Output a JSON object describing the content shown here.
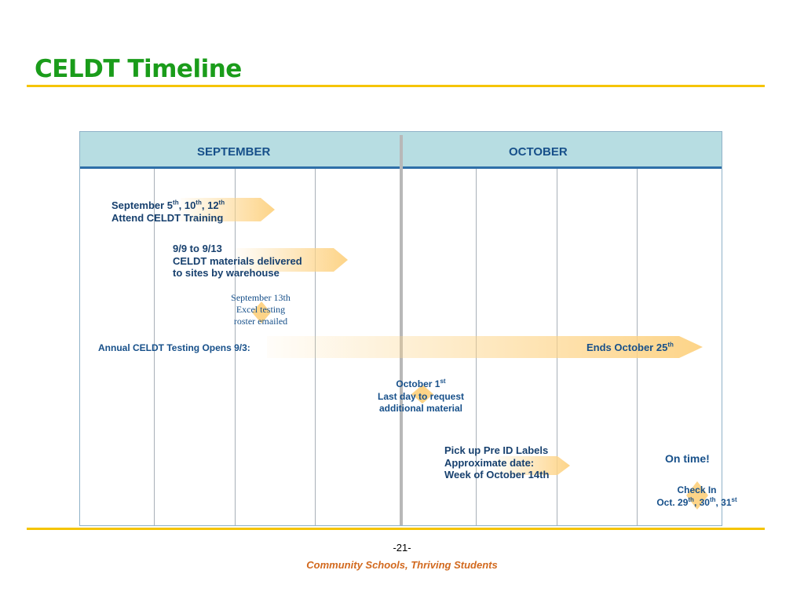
{
  "title": "CELDT Timeline",
  "months": [
    "SEPTEMBER",
    "OCTOBER"
  ],
  "events": {
    "training_line1_a": "September 5",
    "training_line1_sup1": "th",
    "training_line1_b": ", 10",
    "training_line1_sup2": "th",
    "training_line1_c": ", 12",
    "training_line1_sup3": "th",
    "training_line2": "Attend CELDT Training",
    "materials_line1": "9/9 to 9/13",
    "materials_line2": "CELDT materials delivered",
    "materials_line3": "to sites by warehouse",
    "roster_line1": "September 13th",
    "roster_line2": "Excel testing",
    "roster_line3": "roster emailed",
    "testing_opens": "Annual CELDT Testing Opens 9/3:",
    "ends_text": "Ends October 25",
    "ends_sup": "th",
    "oct1_line1_a": "October 1",
    "oct1_line1_sup": "st",
    "oct1_line2": "Last day to request",
    "oct1_line3": "additional material",
    "preid_line1": "Pick up Pre ID Labels",
    "preid_line2": "Approximate date:",
    "preid_line3": "Week of October 14th",
    "on_time": "On time!",
    "checkin_line1": "Check In",
    "checkin_line2_a": "Oct. 29",
    "checkin_line2_sup1": "th",
    "checkin_line2_b": ", 30",
    "checkin_line2_sup2": "th",
    "checkin_line2_c": ", 31",
    "checkin_line2_sup3": "st"
  },
  "footer": {
    "page_number": "-21-",
    "motto": "Community Schools, Thriving Students"
  },
  "colors": {
    "title": "#1a9c1a",
    "rule": "#f5c400",
    "header_band": "#b7dde2",
    "header_border": "#2e6fa8",
    "arrow": "#fdd488",
    "text_blue": "#17508a",
    "motto": "#d2691e"
  }
}
